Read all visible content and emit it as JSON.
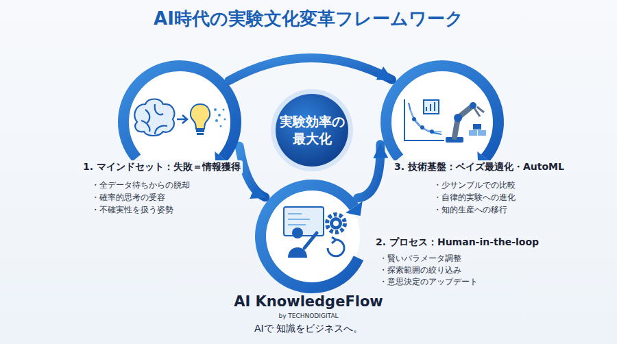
{
  "diagram": {
    "title": "AI時代の実験文化変革フレームワーク",
    "nodes": [
      {
        "text": [
          "1. マインドセット：失敗＝情報獲得",
          "・全データ待ちからの脱却",
          "・確率的思考の受容",
          "・不確実性を扱う姿勢"
        ]
      },
      {
        "text": [
          "実験効率の 最大化"
        ]
      },
      {
        "text": [
          "3. 技術基盤：ベイズ最適化・AutoML",
          "・少サンプルでの比較",
          "・自律的実験への進化",
          "・知的生産への移行"
        ]
      },
      {
        "text": [
          "2. プロセス：Human-in-the-loop",
          "・賢いパラメータ調整",
          "・探索範囲の絞り込み",
          "・意思決定のアップデート"
        ]
      }
    ],
    "edges": [
      {
        "from": 0,
        "to": 2,
        "arrow": "to"
      },
      {
        "from": 0,
        "to": 3,
        "arrow": "to"
      },
      {
        "from": 3,
        "to": 2,
        "arrow": "to"
      }
    ],
    "labels": [
      "AI KnowledgeFlow",
      "by TECHNODIGITAL",
      "AIで 知識をビジネスへ。"
    ]
  }
}
